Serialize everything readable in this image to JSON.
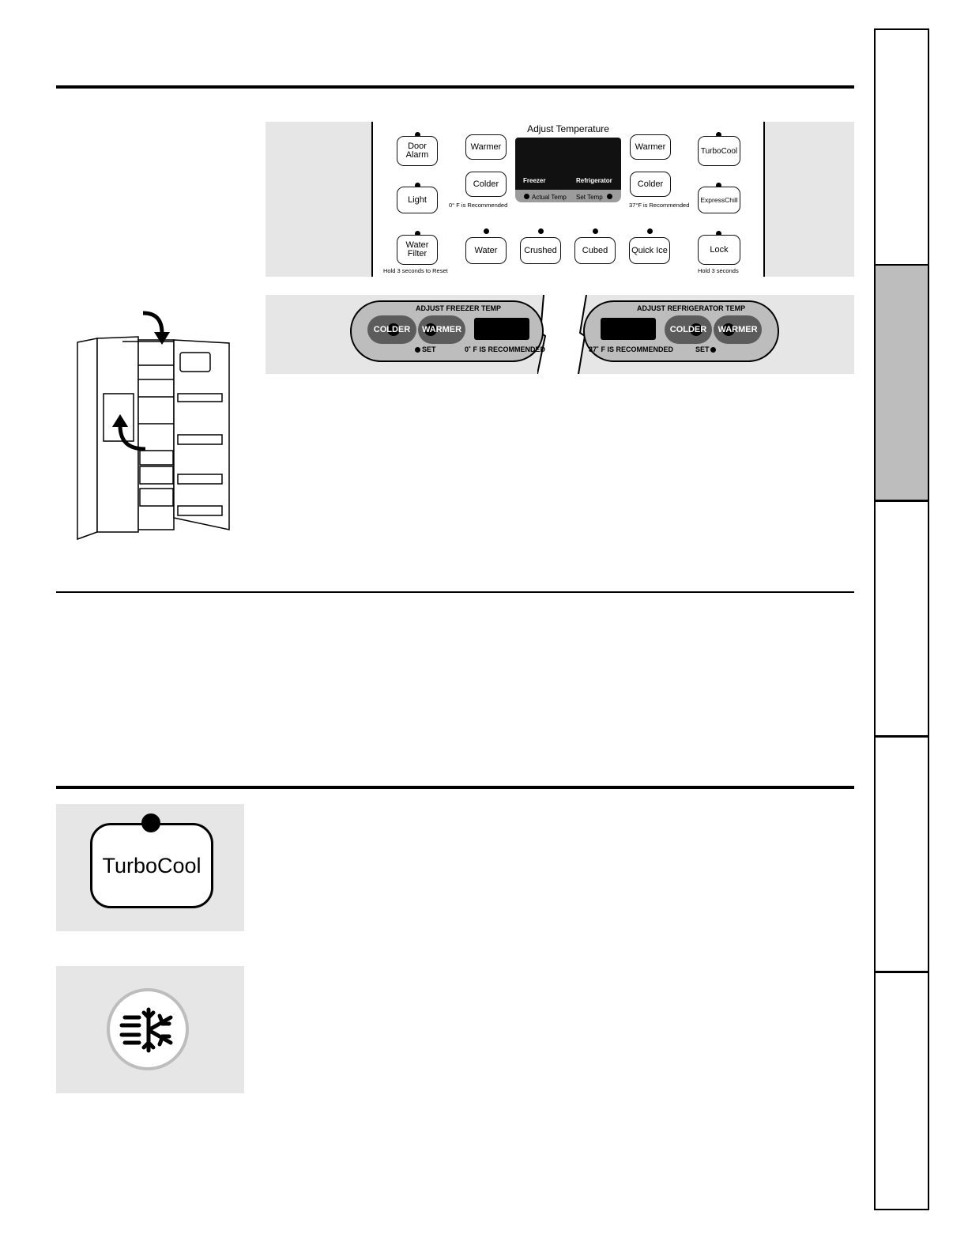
{
  "panel": {
    "title": "Adjust Temperature",
    "buttons": {
      "door_alarm": "Door\nAlarm",
      "light": "Light",
      "water_filter": "Water\nFilter",
      "freezer_warmer": "Warmer",
      "freezer_colder": "Colder",
      "fridge_warmer": "Warmer",
      "fridge_colder": "Colder",
      "turbocool": "TurboCool",
      "expresschill": "ExpressChill",
      "lock": "Lock",
      "water": "Water",
      "crushed": "Crushed",
      "cubed": "Cubed",
      "quick_ice": "Quick Ice"
    },
    "display": {
      "freezer": "Freezer",
      "refrigerator": "Refrigerator",
      "actual_temp": "Actual Temp",
      "set_temp": "Set Temp"
    },
    "notes": {
      "freezer_recommended": "0° F is Recommended",
      "fridge_recommended": "37°F is Recommended",
      "hold_reset": "Hold  3 seconds to Reset",
      "hold_lock": "Hold  3 seconds"
    }
  },
  "pods": {
    "freezer": {
      "title": "ADJUST FREEZER TEMP",
      "colder": "COLDER",
      "warmer": "WARMER",
      "set": "SET",
      "recommended": "0˚ F IS RECOMMENDED"
    },
    "fridge": {
      "title": "ADJUST REFRIGERATOR TEMP",
      "colder": "COLDER",
      "warmer": "WARMER",
      "set": "SET",
      "recommended": "37˚ F IS RECOMMENDED"
    }
  },
  "boxes": {
    "turbocool_label": "TurboCool"
  },
  "icons": [
    "arrow-down-icon",
    "arrow-up-icon",
    "expresschill-snowflake-icon"
  ],
  "colors": {
    "panel_gray": "#e6e6e6",
    "tab_active": "#bdbdbd",
    "pod_gray": "#bdbdbd",
    "pill_dark": "#5c5c5c"
  }
}
